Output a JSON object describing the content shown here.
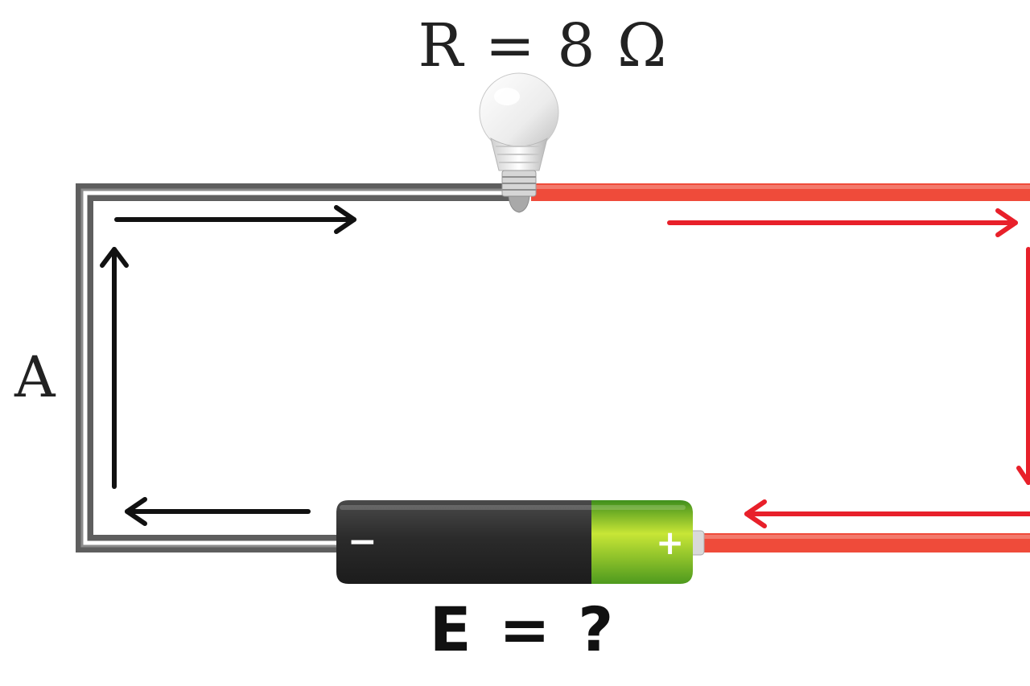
{
  "labels": {
    "resistance": "R = 8 Ω",
    "point": "A",
    "emf": "E = ?",
    "battery_negative": "−",
    "battery_positive": "+"
  },
  "colors": {
    "wire_low": "#6d6d6d",
    "wire_high": "#ef4b3a",
    "arrow_low": "#111111",
    "arrow_high": "#e8202a",
    "battery_body": "#2e2e2e",
    "battery_cap": "#9ccc2a"
  }
}
